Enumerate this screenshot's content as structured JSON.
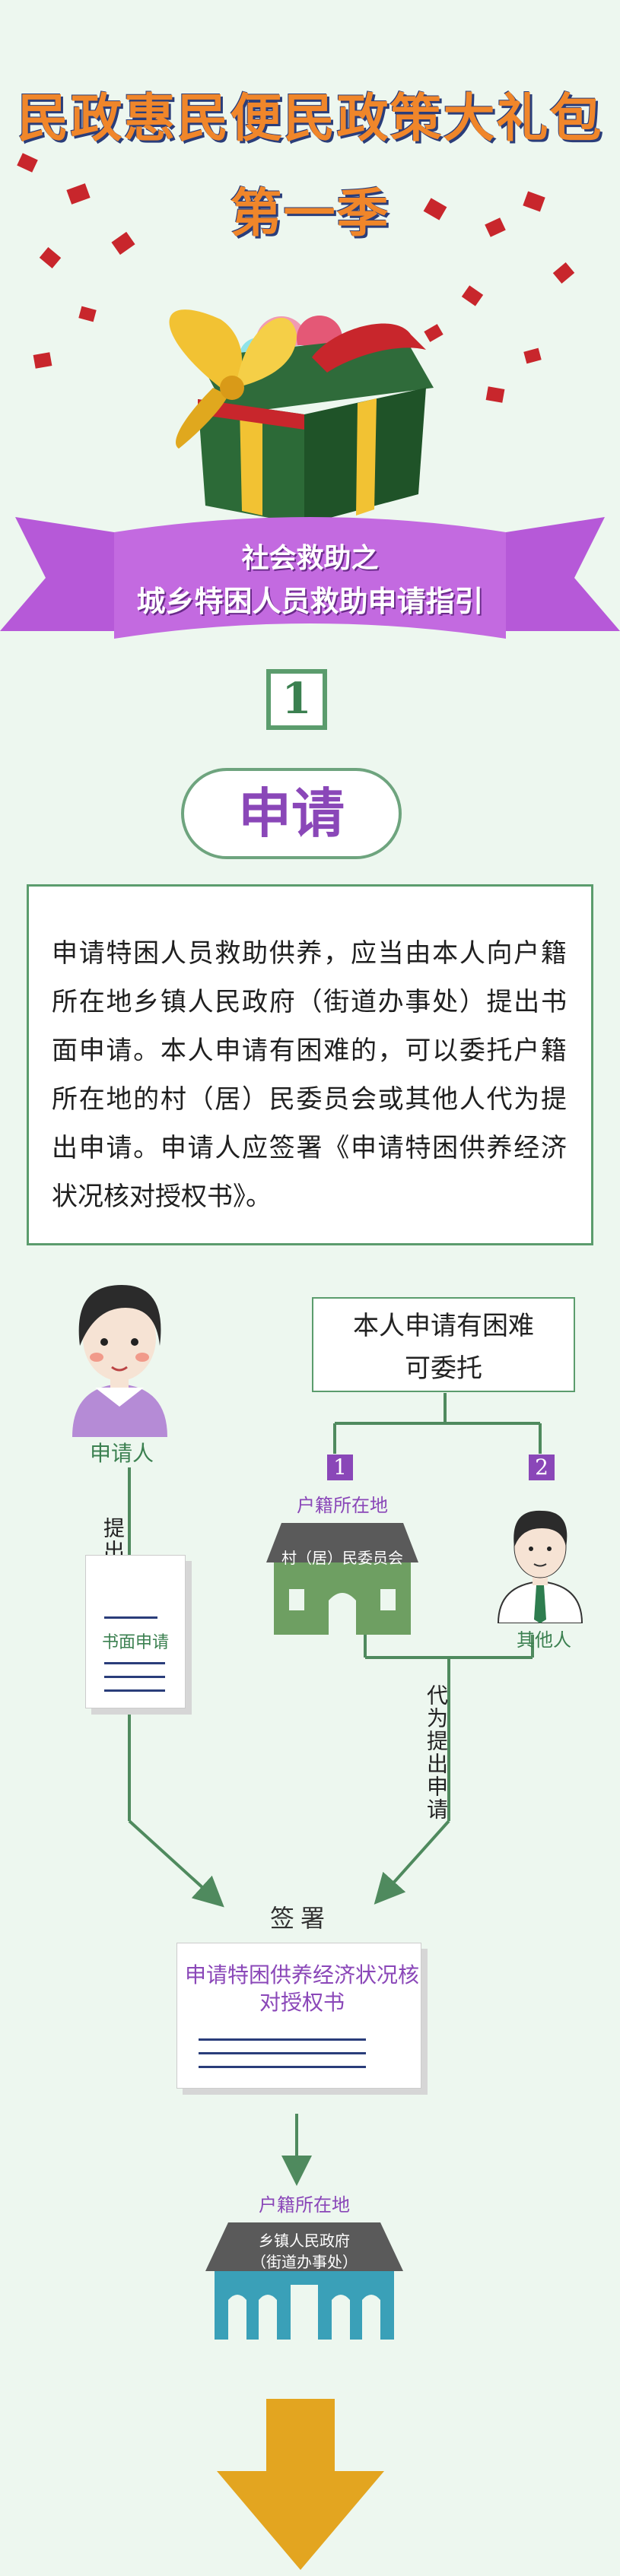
{
  "header": {
    "title_line1": "民政惠民便民政策大礼包",
    "title_line2": "第一季"
  },
  "banner": {
    "line1": "社会救助之",
    "line2": "城乡特困人员救助申请指引"
  },
  "step": {
    "number": "1",
    "title": "申请"
  },
  "description": "申请特困人员救助供养，应当由本人向户籍所在地乡镇人民政府（街道办事处）提出书面申请。本人申请有困难的，可以委托户籍所在地的村（居）民委员会或其他人代为提出申请。申请人应签署《申请特困供养经济状况核对授权书》。",
  "flow": {
    "applicant_label": "申请人",
    "submit_label": "提出",
    "written_app_label": "书面申请",
    "trouble_line1": "本人申请有困难",
    "trouble_line2": "可委托",
    "option1_number": "1",
    "option2_number": "2",
    "hukou_label": "户籍所在地",
    "committee_label": "村（居）民委员会",
    "other_person_label": "其他人",
    "on_behalf_label": "代为提出申请",
    "sign_label": "签署",
    "auth_doc_label": "申请特困供养经济状况核对授权书",
    "hukou_label2": "户籍所在地",
    "gov_line1": "乡镇人民政府",
    "gov_line2": "（街道办事处）"
  },
  "colors": {
    "background": "#edf7ef",
    "title_orange": "#f0862a",
    "title_outline": "#2a3d7a",
    "purple": "#8a47b8",
    "green": "#5b9c6d",
    "arrow_gold": "#e3a520"
  }
}
